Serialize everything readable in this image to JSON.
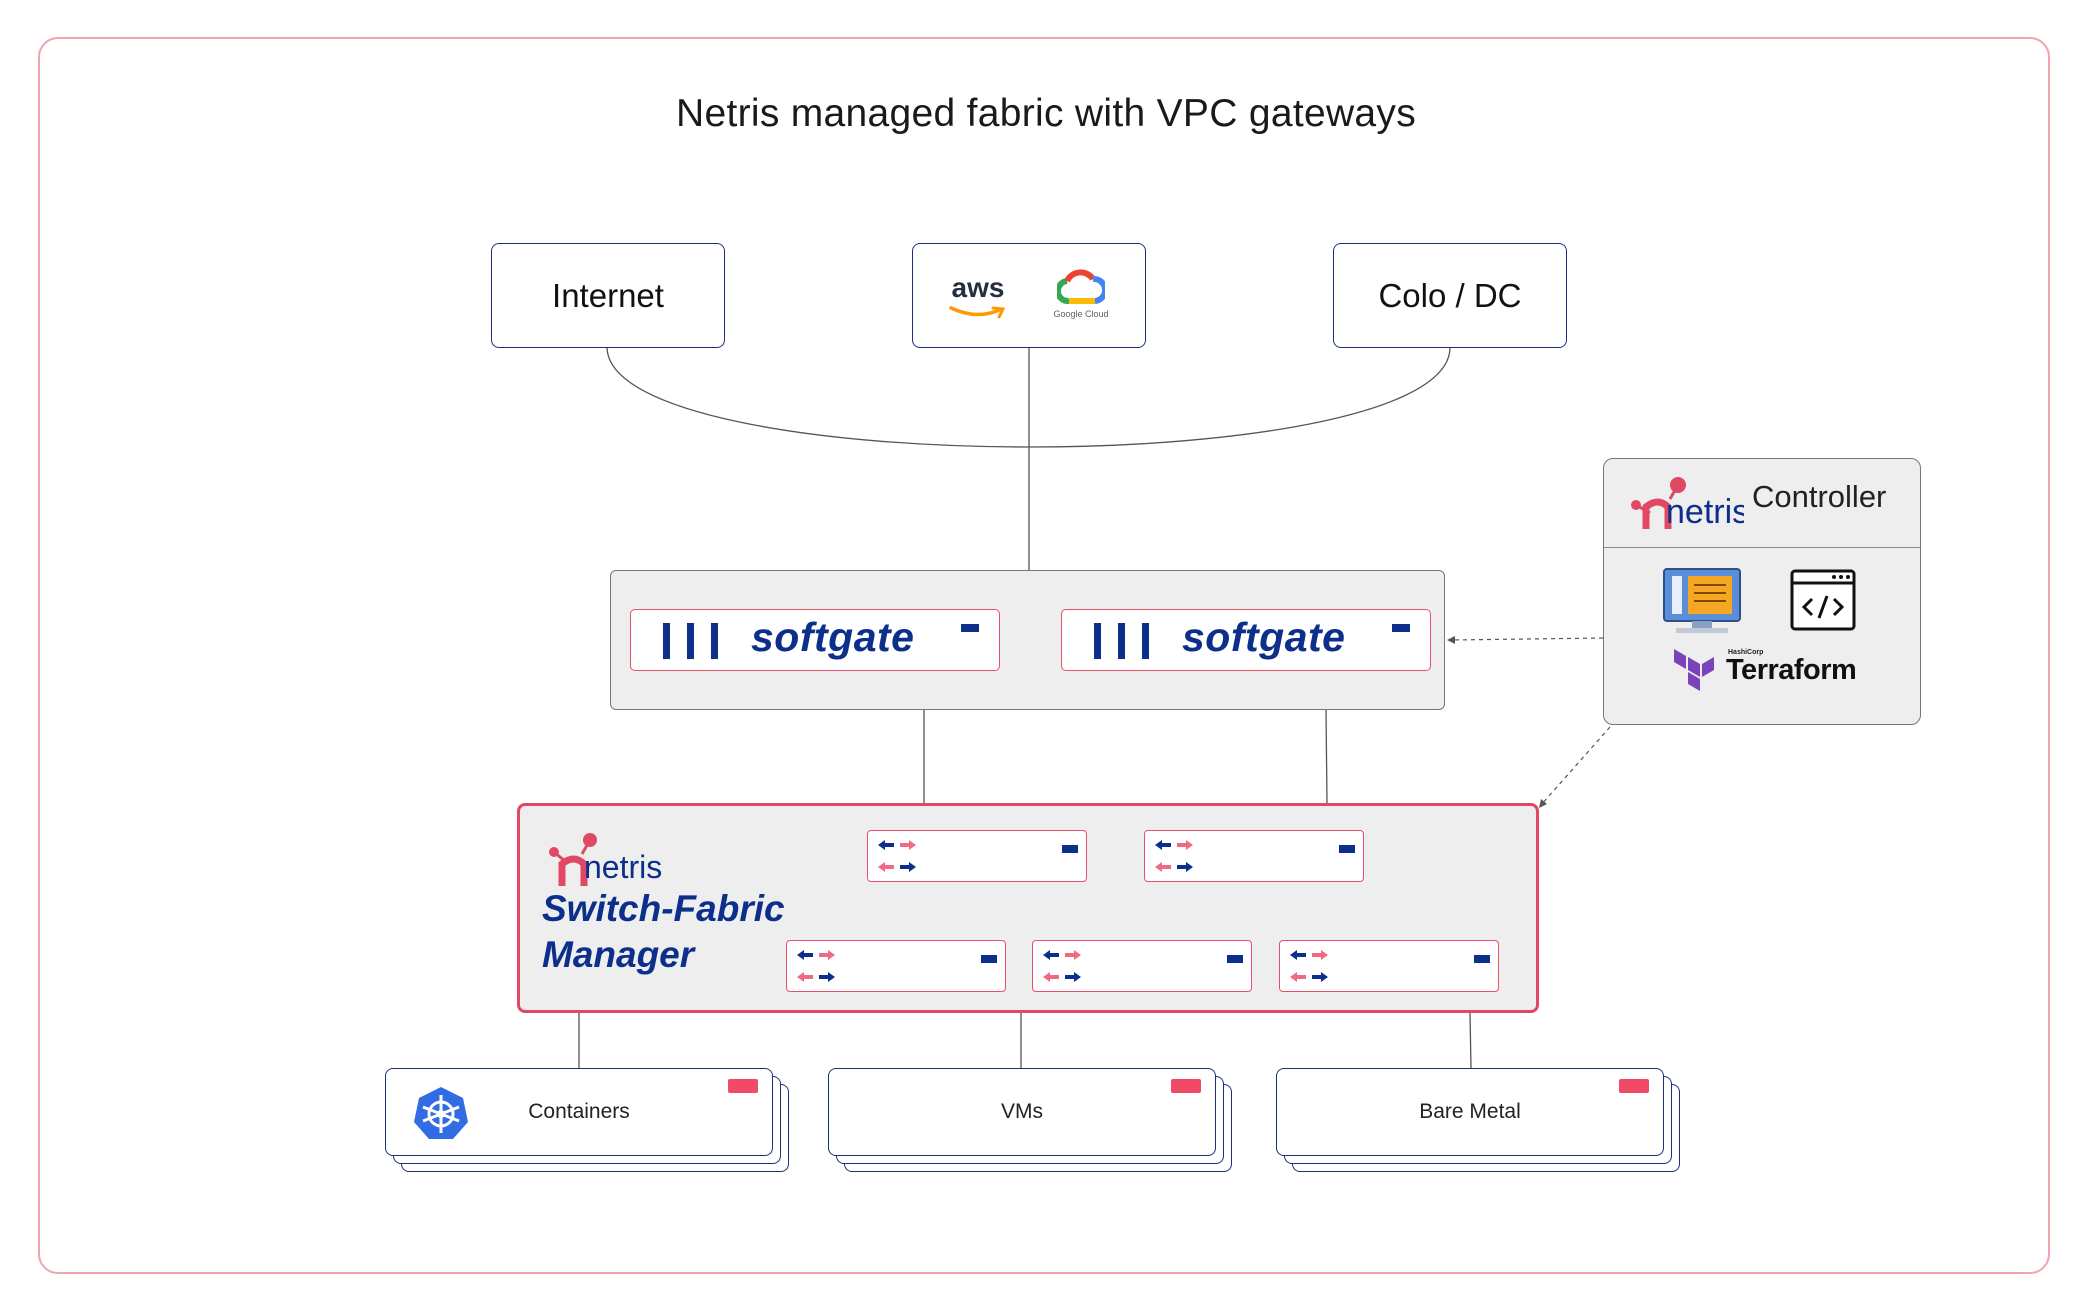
{
  "diagram": {
    "title": "Netris managed fabric with VPC gateways",
    "top_nodes": [
      {
        "label": "Internet"
      },
      {
        "label": "aws",
        "secondary_label": "Google Cloud"
      },
      {
        "label": "Colo / DC"
      }
    ],
    "softgates": [
      {
        "label": "softgate"
      },
      {
        "label": "softgate"
      }
    ],
    "controller": {
      "brand": "netris",
      "label": "Controller",
      "tool_logo_small": "HashiCorp",
      "tool_logo": "Terraform",
      "icons": [
        "monitor-icon",
        "code-window-icon",
        "terraform-icon"
      ]
    },
    "fabric": {
      "brand": "netris",
      "title_line1": "Switch-Fabric",
      "title_line2": "Manager"
    },
    "workloads": [
      {
        "label": "Containers",
        "icon": "kubernetes-icon"
      },
      {
        "label": "VMs"
      },
      {
        "label": "Bare Metal"
      }
    ],
    "colors": {
      "navy": "#0b2f8a",
      "pink": "#e14864",
      "frame": "#f2a3ad",
      "panel": "#eeeeef"
    }
  }
}
